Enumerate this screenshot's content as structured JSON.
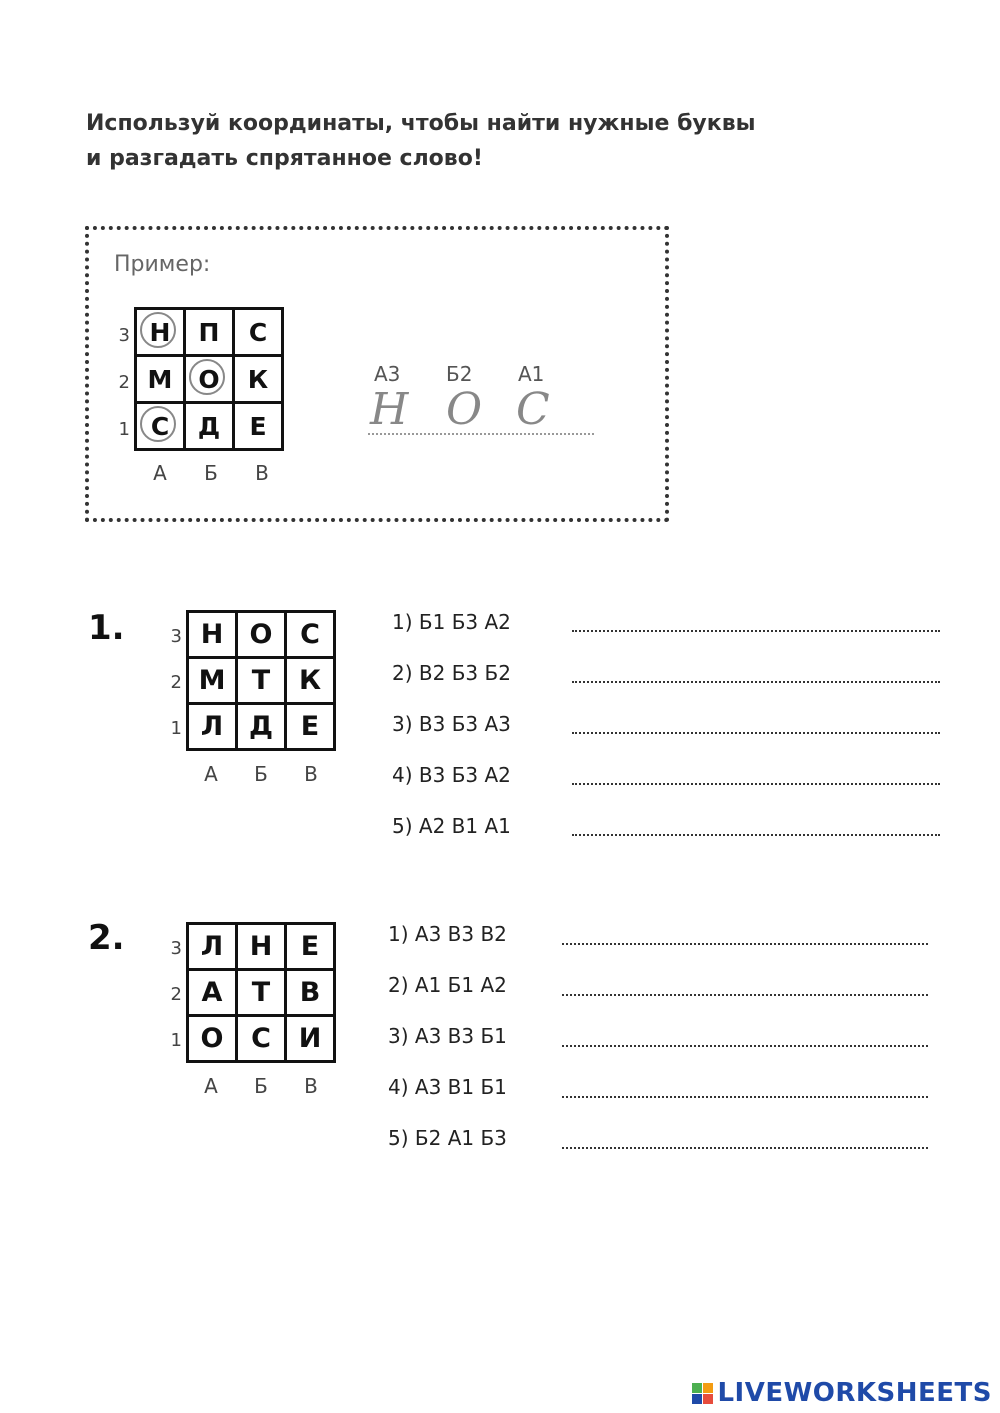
{
  "instructions": {
    "line1": "Используй координаты, чтобы найти нужные буквы",
    "line2": "и разгадать спрятанное слово!"
  },
  "example": {
    "label": "Пример:",
    "grid": [
      [
        "Н",
        "П",
        "С"
      ],
      [
        "М",
        "О",
        "К"
      ],
      [
        "С",
        "Д",
        "Е"
      ]
    ],
    "row_labels": [
      "3",
      "2",
      "1"
    ],
    "col_labels": [
      "А",
      "Б",
      "В"
    ],
    "coords": [
      "А3",
      "Б2",
      "А1"
    ],
    "answer_letters": [
      "Н",
      "О",
      "С"
    ]
  },
  "exercise1": {
    "number": "1.",
    "grid": [
      [
        "Н",
        "О",
        "С"
      ],
      [
        "М",
        "Т",
        "К"
      ],
      [
        "Л",
        "Д",
        "Е"
      ]
    ],
    "row_labels": [
      "3",
      "2",
      "1"
    ],
    "col_labels": [
      "А",
      "Б",
      "В"
    ],
    "questions": [
      "1)  Б1  Б3  А2",
      "2)  В2  Б3  Б2",
      "3)  В3  Б3  А3",
      "4)  В3  Б3  А2",
      "5)  А2  В1  А1"
    ]
  },
  "exercise2": {
    "number": "2.",
    "grid": [
      [
        "Л",
        "Н",
        "Е"
      ],
      [
        "А",
        "Т",
        "В"
      ],
      [
        "О",
        "С",
        "И"
      ]
    ],
    "row_labels": [
      "3",
      "2",
      "1"
    ],
    "col_labels": [
      "А",
      "Б",
      "В"
    ],
    "questions": [
      "1)  А3  В3  В2",
      "2)  А1  Б1  А2",
      "3)  А3  В3  Б1",
      "4)  А3  В1  Б1",
      "5)  Б2  А1  Б3"
    ]
  },
  "branding": {
    "logo_text": "LIVEWORKSHEETS",
    "logo_icon": "liveworksheets-logo-icon",
    "colors": {
      "blue": "#1f4aa8",
      "green": "#4caf50",
      "orange": "#f39c12",
      "red": "#e74c3c"
    }
  }
}
